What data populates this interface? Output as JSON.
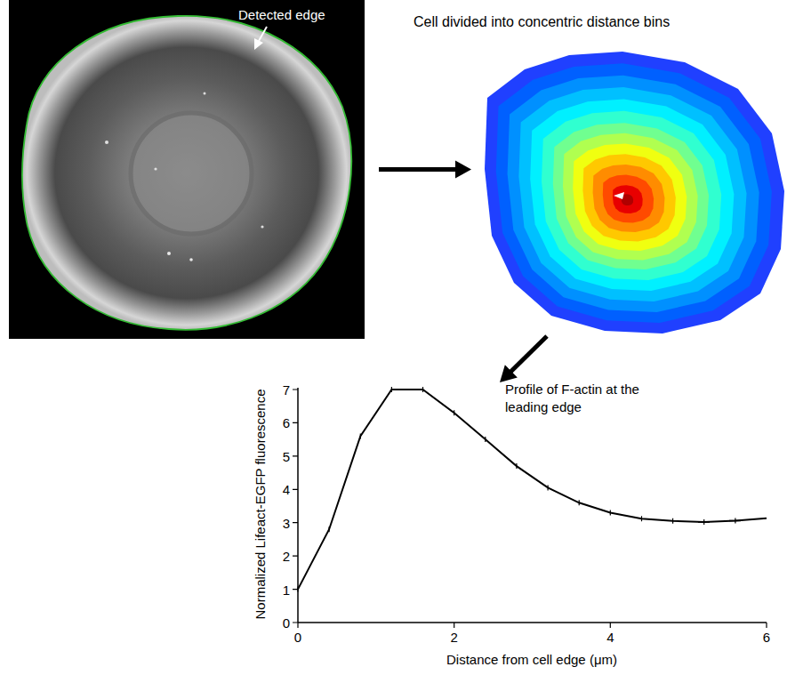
{
  "diagram": {
    "nodes": [
      {
        "text": [
          "Detected edge"
        ]
      },
      {
        "text": [
          "Cell divided into concentric distance bins"
        ]
      },
      {
        "text": [
          "Profile of F-actin at the leading edge"
        ]
      }
    ],
    "edges": [
      {
        "from": 0,
        "to": 1,
        "arrow": "to"
      },
      {
        "from": 1,
        "to": 2,
        "arrow": "to"
      }
    ],
    "labels": [
      "0",
      "1",
      "2",
      "3",
      "4",
      "5",
      "6",
      "7",
      "0",
      "2",
      "4",
      "6",
      "Normalized Lifeact-EGFP fluorescence",
      "Distance from cell edge (μm)"
    ]
  }
}
